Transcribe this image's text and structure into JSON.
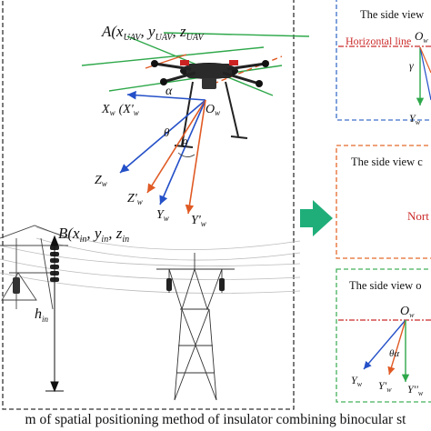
{
  "labels": {
    "uav_point": "A(x",
    "uav_sub": "UAV",
    "uav_y": ", y",
    "uav_z": ", z",
    "alpha": "α",
    "ow": "O",
    "ow_sub": "w",
    "xw": "X",
    "xw_prime": "(X'",
    "zw": "Z",
    "zw_prime": "Z'",
    "yw": "Y",
    "yw_prime": "Y'",
    "theta": "θ",
    "insulator_point": "B(x",
    "in_sub": "in",
    "in_y": ", y",
    "in_z": ", z",
    "height": "h",
    "height_sub": "in",
    "w_sub": "w"
  },
  "panels": {
    "top_title": "The side view",
    "horizontal_line": "Horizontal line",
    "top_ow": "O",
    "top_gamma": "γ",
    "top_yw": "Y",
    "middle_title": "The side view c",
    "middle_text": "Nort",
    "bottom_title": "The side view o",
    "bottom_ow": "O",
    "bottom_theta_alpha": "θα",
    "bottom_yw": "Y",
    "bottom_yw_prime": "Y'",
    "bottom_yw_dprime": "Y''"
  },
  "caption": "m of spatial positioning method of insulator combining binocular st",
  "colors": {
    "left_border": "#333333",
    "blue_panel": "#3d6fc9",
    "orange_panel": "#e46a2b",
    "green_panel": "#44b05a",
    "arrow_green": "#1fae7a",
    "axis_blue": "#2450c8",
    "axis_orange": "#e05a24",
    "axis_green": "#2ea84a",
    "dash_red": "#cc2a2a"
  }
}
